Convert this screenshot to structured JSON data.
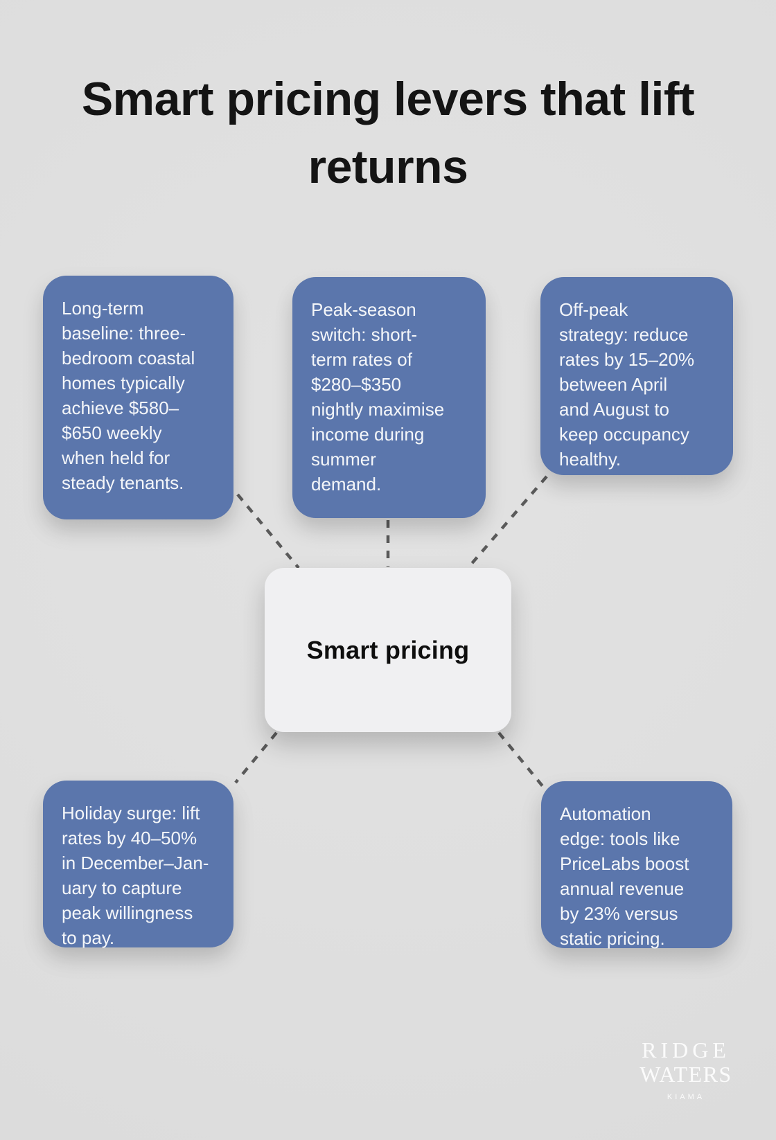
{
  "title": "Smart pricing levers that lift returns",
  "center_node": {
    "label": "Smart pricing"
  },
  "cards": [
    {
      "name": "long-term-baseline",
      "text": "Long-term baseline: three-bedroom coastal homes typically achieve $580–$650 weekly when held for steady tenants.",
      "lines": [
        "Long-term",
        "baseline: three-",
        "bedroom coastal",
        "homes typically",
        "achieve $580–",
        "$650 weekly",
        "when held for",
        "steady tenants."
      ]
    },
    {
      "name": "peak-season-switch",
      "text": "Peak-season switch: short-term rates of $280–$350 nightly maximise income during summer demand.",
      "lines": [
        "Peak-season",
        "switch: short-",
        "term rates of",
        "$280–$350",
        "nightly maximise",
        "income during",
        "summer",
        "demand."
      ]
    },
    {
      "name": "off-peak-strategy",
      "text": "Off-peak strategy: reduce rates by 15–20% between April and August to keep occupancy healthy.",
      "lines": [
        "Off-peak",
        "strategy: reduce",
        "rates by 15–20%",
        "between April",
        "and August to",
        "keep occupancy",
        "healthy."
      ]
    },
    {
      "name": "holiday-surge",
      "text": "Holiday surge: lift rates by 40–50% in December–January to capture peak willingness to pay.",
      "lines": [
        "Holiday surge: lift",
        "rates by 40–50%",
        "in December–Jan-",
        "uary to capture",
        "peak willingness",
        "to pay."
      ]
    },
    {
      "name": "automation-edge",
      "text": "Automation edge: tools like PriceLabs boost annual revenue by 23% versus static pricing.",
      "lines": [
        "Automation",
        "edge: tools like",
        "PriceLabs boost",
        "annual revenue",
        "by 23% versus",
        "static pricing."
      ]
    }
  ],
  "logo": {
    "line1": "RIDGE",
    "line2": "WATERS",
    "tagline": "KIAMA"
  },
  "colors": {
    "canvas_bg": "#dfdfdf",
    "card_fill": "#5b76ac",
    "card_text": "#f4f6f9",
    "center_fill": "#f0f0f2",
    "title_text": "#141414",
    "connector": "#5a5a5a",
    "logo_text": "#fbfbfb"
  }
}
